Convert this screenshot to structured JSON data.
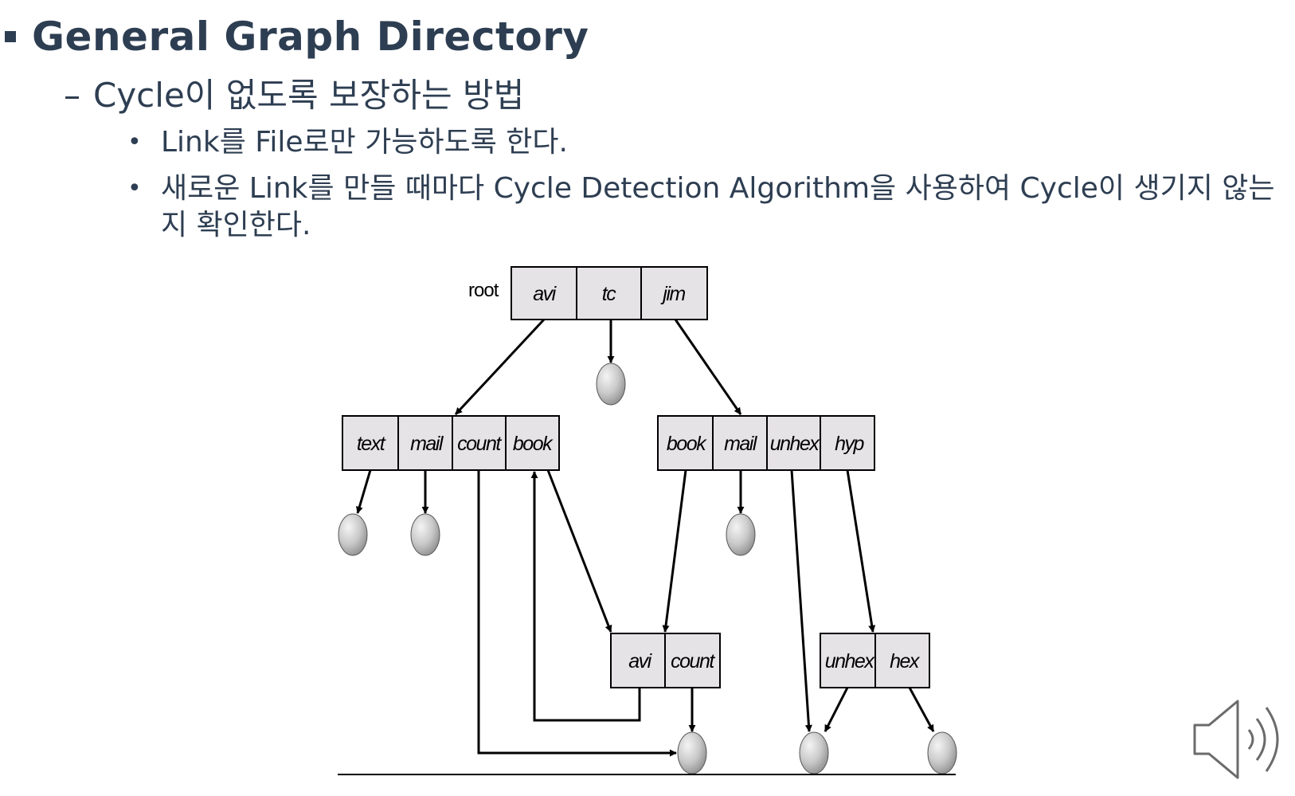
{
  "slide": {
    "title": "General Graph Directory",
    "subtitle": "Cycle이 없도록 보장하는 방법",
    "bullets": [
      "Link를 File로만 가능하도록 한다.",
      "새로운 Link를 만들 때마다 Cycle Detection Algorithm을 사용하여 Cycle이 생기지 않는지 확인한다."
    ]
  },
  "diagram": {
    "root_label": "root",
    "directories": {
      "root": [
        "avi",
        "tc",
        "jim"
      ],
      "avi_dir": [
        "text",
        "mail",
        "count",
        "book"
      ],
      "jim_dir": [
        "book",
        "mail",
        "unhex",
        "hyp"
      ],
      "shared_dir": [
        "avi",
        "count"
      ],
      "hyp_dir": [
        "unhex",
        "hex"
      ]
    }
  },
  "icons": {
    "speaker": "speaker-icon"
  },
  "colors": {
    "text": "#2e3e52",
    "cell_fill": "#e6e3e6",
    "file_node": "#c8c8c8"
  }
}
